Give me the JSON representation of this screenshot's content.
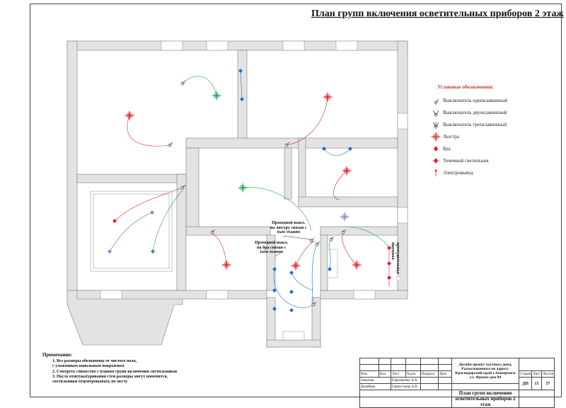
{
  "title": "План групп включения осветительных приборов 2 этаж",
  "legend": {
    "title": "Условные обозначения:",
    "items": [
      {
        "icon": "switch-single-icon",
        "label": "Выключатель одноклавишный"
      },
      {
        "icon": "switch-double-icon",
        "label": "Выключатель двухклавишный"
      },
      {
        "icon": "switch-triple-icon",
        "label": "Выключатель трехклавишный"
      },
      {
        "icon": "chandelier-icon",
        "label": "Люстра"
      },
      {
        "icon": "sconce-icon",
        "label": "Бра"
      },
      {
        "icon": "spotlight-icon",
        "label": "Точечный светильник"
      },
      {
        "icon": "outlet-icon",
        "label": "Электровывод"
      }
    ]
  },
  "callouts": {
    "chandelier_pass": "Проходной выкл.\nна люстру связан с\n1ым этажом",
    "sconce_pass": "Проходной выкл.\nна бра связан с\n1ым этажом",
    "ventilation": "принудительная\nвытяжка"
  },
  "notes": {
    "heading": "Примечание:",
    "items": [
      "1. Все размеры обозначены от чистого пола,",
      "    с уложенным напольным покрытием",
      "2. Смотреть совместно с планом групп включения светильников",
      "3. После отштукатуривания стен размеры могут поменятся,",
      "    светильники отцентровывать по месту"
    ]
  },
  "stamp": {
    "headers": [
      "Изм.",
      "Кол.",
      "Лист",
      "№док.",
      "Подпись",
      "Дата"
    ],
    "rows": [
      {
        "role": "Заказчик",
        "name": "Пархоменко А.А."
      },
      {
        "role": "Дизайнер",
        "name": "Горностаева А.В."
      }
    ],
    "project": "Дизайн проект частного дома, Расположенного по адресу: Краснодарский край г.Апшеронск ул. Фрунзе дом 84",
    "stage_headers": [
      "Стадия",
      "Лист",
      "Листов"
    ],
    "stage": "ДП",
    "sheet": "15",
    "sheets": "57",
    "sheet_title": "План групп включения осветительных приборов 2 этаж"
  },
  "colors": {
    "wall": "#e3e3e3",
    "wall_stroke": "#7a7a7a",
    "red": "#e0202a",
    "green": "#2aa05a",
    "blue": "#1f6fd0",
    "purple": "#9b7fcf"
  }
}
